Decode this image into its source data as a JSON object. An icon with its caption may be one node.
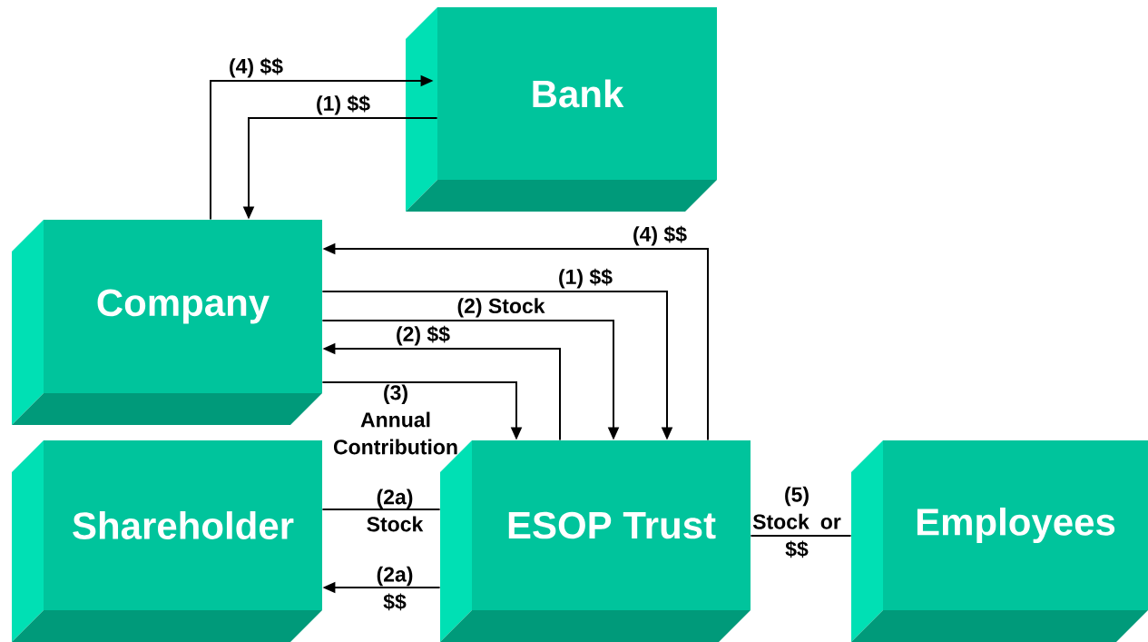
{
  "diagram": {
    "nodes": [
      {
        "text": [
          "Bank"
        ]
      },
      {
        "text": [
          "Company"
        ]
      },
      {
        "text": [
          "Shareholder"
        ]
      },
      {
        "text": [
          "ESOP Trust"
        ]
      },
      {
        "text": [
          "Employees"
        ]
      }
    ],
    "edges": [
      {
        "from": 1,
        "to": 0,
        "arrow": "to",
        "label": "(4) $$"
      },
      {
        "from": 0,
        "to": 1,
        "arrow": "to",
        "label": "(1) $$"
      },
      {
        "from": 3,
        "to": 1,
        "arrow": "to",
        "label": "(4) $$"
      },
      {
        "from": 1,
        "to": 3,
        "arrow": "to",
        "label": "(1) $$"
      },
      {
        "from": 1,
        "to": 3,
        "arrow": "to",
        "label": "(2) Stock"
      },
      {
        "from": 3,
        "to": 1,
        "arrow": "to",
        "label": "(2) $$"
      },
      {
        "from": 1,
        "to": 3,
        "arrow": "to",
        "label": "(3) Annual Contribution"
      },
      {
        "from": 2,
        "to": 3,
        "arrow": "none",
        "label": "(2a) Stock"
      },
      {
        "from": 3,
        "to": 2,
        "arrow": "to",
        "label": "(2a) $$"
      },
      {
        "from": 3,
        "to": 4,
        "arrow": "none",
        "label": "(5) Stock or $$"
      }
    ]
  }
}
